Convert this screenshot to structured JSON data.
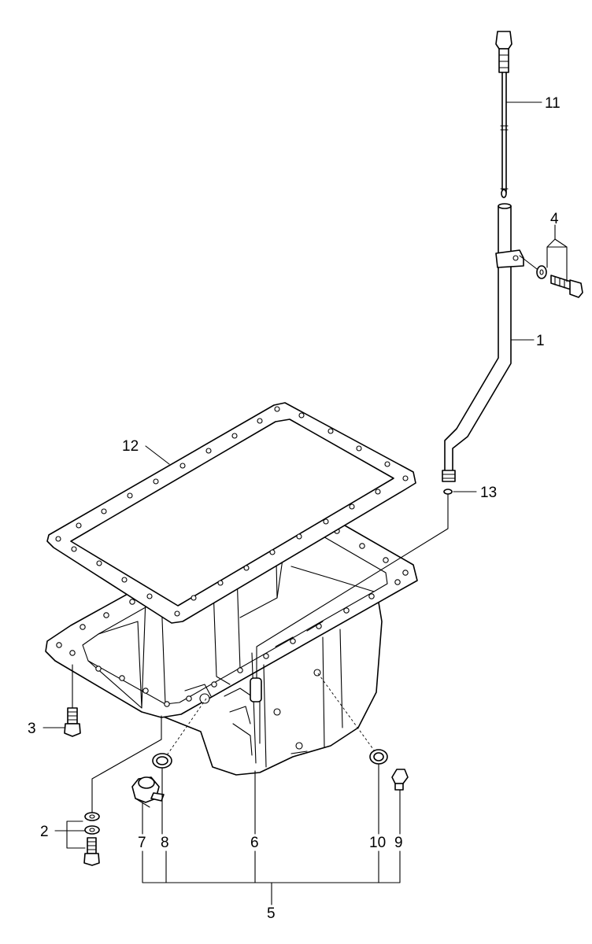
{
  "diagram": {
    "callouts": [
      {
        "id": "c11",
        "text": "11"
      },
      {
        "id": "c4",
        "text": "4"
      },
      {
        "id": "c1",
        "text": "1"
      },
      {
        "id": "c12",
        "text": "12"
      },
      {
        "id": "c13",
        "text": "13"
      },
      {
        "id": "c3",
        "text": "3"
      },
      {
        "id": "c2",
        "text": "2"
      },
      {
        "id": "c7",
        "text": "7"
      },
      {
        "id": "c8",
        "text": "8"
      },
      {
        "id": "c6",
        "text": "6"
      },
      {
        "id": "c10",
        "text": "10"
      },
      {
        "id": "c9",
        "text": "9"
      },
      {
        "id": "c5",
        "text": "5"
      }
    ]
  }
}
